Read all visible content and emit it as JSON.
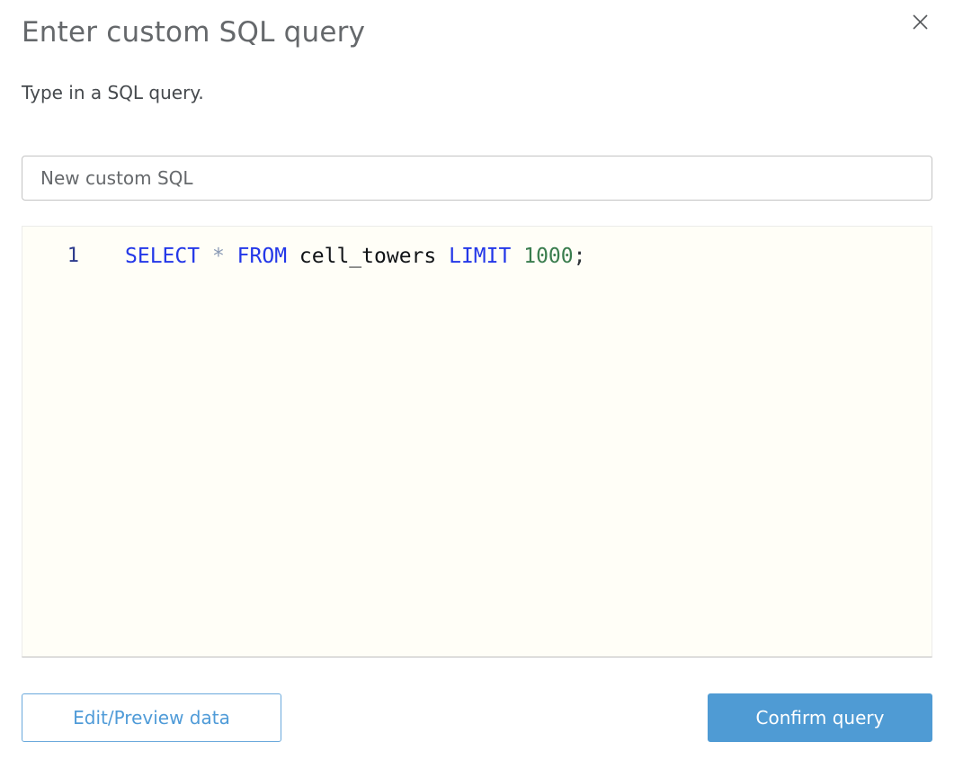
{
  "dialog": {
    "title": "Enter custom SQL query",
    "description": "Type in a SQL query."
  },
  "name_input": {
    "value": "New custom SQL"
  },
  "editor": {
    "line_number": "1",
    "query_text": "SELECT * FROM cell_towers LIMIT 1000;",
    "tokens": [
      {
        "text": "SELECT",
        "type": "keyword"
      },
      {
        "text": " ",
        "type": "plain"
      },
      {
        "text": "*",
        "type": "operator"
      },
      {
        "text": " ",
        "type": "plain"
      },
      {
        "text": "FROM",
        "type": "keyword"
      },
      {
        "text": " ",
        "type": "plain"
      },
      {
        "text": "cell_towers",
        "type": "identifier"
      },
      {
        "text": " ",
        "type": "plain"
      },
      {
        "text": "LIMIT",
        "type": "keyword"
      },
      {
        "text": " ",
        "type": "plain"
      },
      {
        "text": "1000",
        "type": "number"
      },
      {
        "text": ";",
        "type": "punctuation"
      }
    ]
  },
  "footer": {
    "edit_preview_label": "Edit/Preview data",
    "confirm_label": "Confirm query"
  },
  "colors": {
    "title_gray": "#65686b",
    "keyword_blue": "#2337e8",
    "operator_gray": "#8a9ab5",
    "identifier_black": "#101316",
    "number_green": "#3a7d4e",
    "line_number_navy": "#2c3a8c",
    "editor_background": "#fffef7",
    "accent_blue": "#4f9bd4"
  }
}
